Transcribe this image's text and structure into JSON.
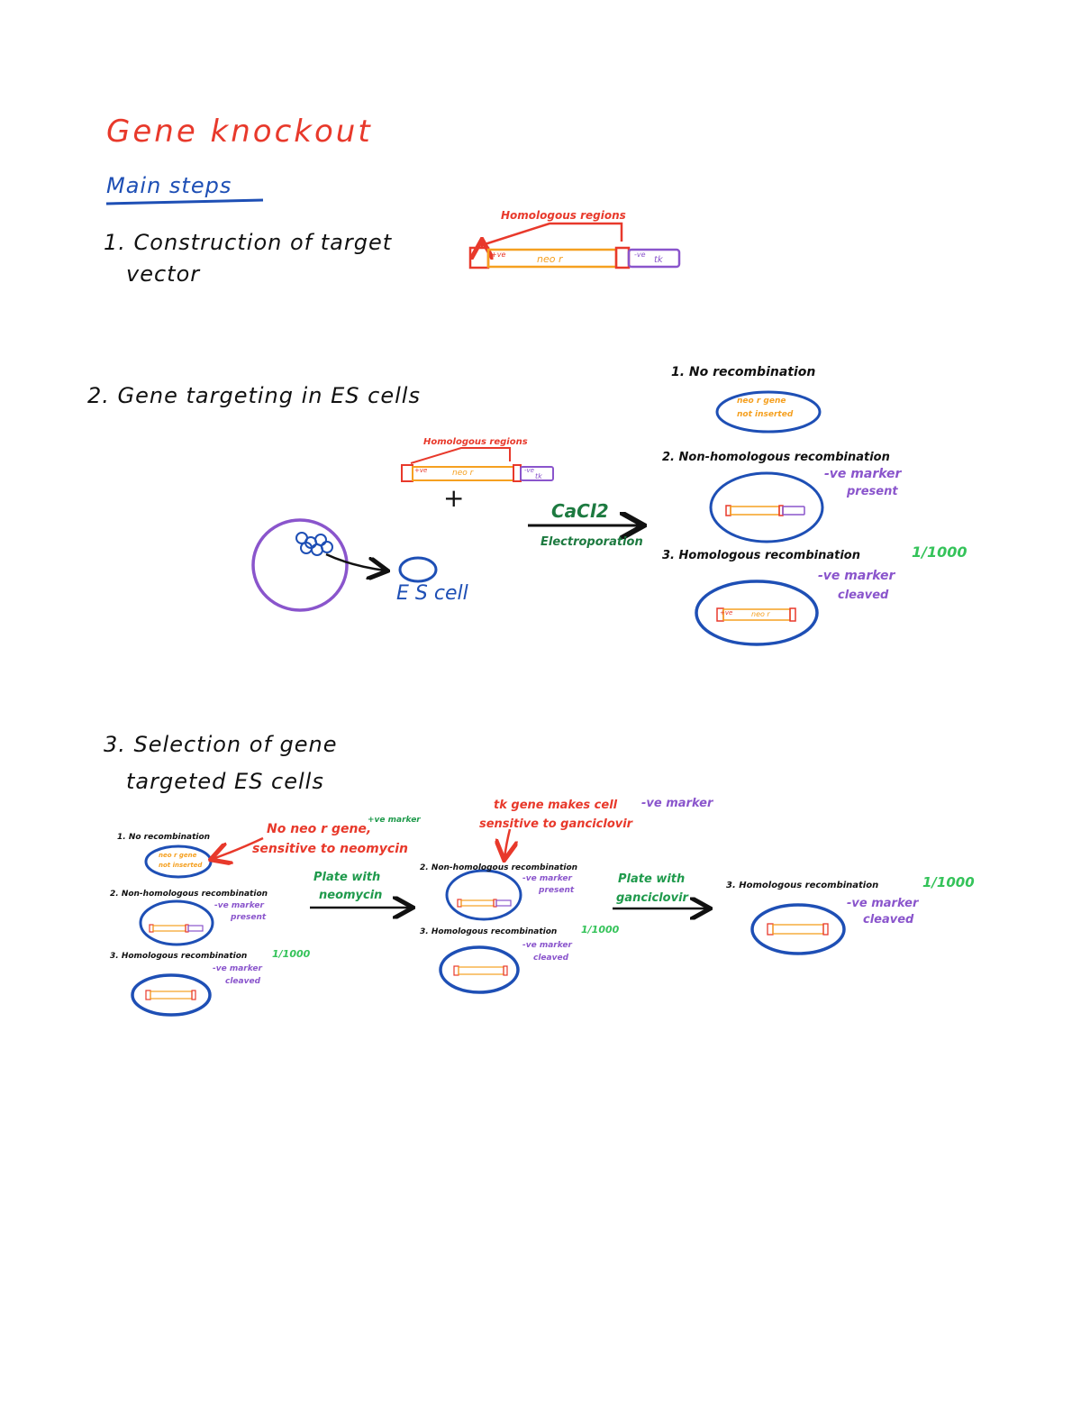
{
  "page": {
    "title": "Gene knockout",
    "subtitle": "Main steps"
  },
  "steps": {
    "s1": {
      "line1": "1. Construction of target",
      "line2": "vector"
    },
    "s2": {
      "line1": "2. Gene targeting in ES cells"
    },
    "s3": {
      "line1": "3. Selection of gene",
      "line2": "targeted ES cells"
    }
  },
  "vector": {
    "homologous_label": "Homologous regions",
    "tve": "+ve",
    "neo": "neo r",
    "nve": "-ve",
    "tk": "tk"
  },
  "section2": {
    "plus": "+",
    "es_cell": "E S cell",
    "cacl2": "CaCl2",
    "electroporation": "Electroporation",
    "outcome1": {
      "title": "1. No recombination",
      "inner1": "neo r gene",
      "inner2": "not inserted"
    },
    "outcome2": {
      "title": "2. Non-homologous recombination",
      "note1": "-ve marker",
      "note2": "present"
    },
    "outcome3": {
      "title": "3. Homologous recombination",
      "freq": "1/1000",
      "note1": "-ve marker",
      "note2": "cleaved"
    }
  },
  "section3": {
    "left": {
      "o1": {
        "title": "1. No recombination",
        "inner1": "neo r gene",
        "inner2": "not inserted"
      },
      "o2": {
        "title": "2. Non-homologous recombination",
        "note1": "-ve marker",
        "note2": "present"
      },
      "o3": {
        "title": "3. Homologous recombination",
        "freq": "1/1000",
        "note1": "-ve marker",
        "note2": "cleaved"
      }
    },
    "annotation_neo": {
      "line1": "No neo r gene,",
      "line2": "sensitive to neomycin",
      "tag": "+ve marker"
    },
    "plate1": {
      "line1": "Plate with",
      "line2": "neomycin"
    },
    "middle": {
      "o2": {
        "title": "2. Non-homologous recombination",
        "note1": "-ve marker",
        "note2": "present"
      },
      "o3": {
        "title": "3. Homologous recombination",
        "freq": "1/1000",
        "note1": "-ve marker",
        "note2": "cleaved"
      }
    },
    "annotation_tk": {
      "line1": "tk gene makes cell",
      "tag": "-ve marker",
      "line2": "sensitive to ganciclovir"
    },
    "plate2": {
      "line1": "Plate with",
      "line2": "ganciclovir"
    },
    "right": {
      "o3": {
        "title": "3. Homologous recombination",
        "freq": "1/1000",
        "note1": "-ve marker",
        "note2": "cleaved"
      }
    }
  },
  "colors": {
    "red": "#e8392b",
    "orange": "#f5a020",
    "purple": "#8a55cc",
    "blue": "#1e4fb5",
    "green": "#1f9a4c",
    "black": "#111111"
  }
}
